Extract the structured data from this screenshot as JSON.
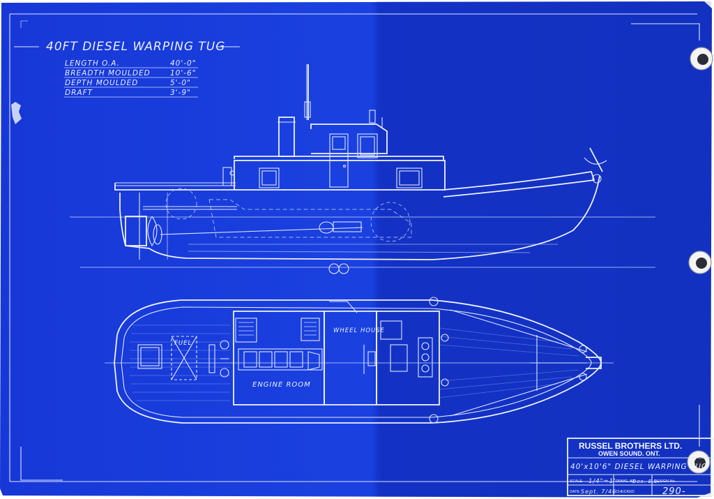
{
  "drawing": {
    "title": "40FT DIESEL WARPING TUG",
    "specs": [
      {
        "label": "LENGTH O.A.",
        "value": "40'-0\""
      },
      {
        "label": "BREADTH MOULDED",
        "value": "10'-6\""
      },
      {
        "label": "DEPTH MOULDED",
        "value": "5'-0\""
      },
      {
        "label": "DRAFT",
        "value": "3'-9\""
      }
    ],
    "labels": {
      "fuel": "FUEL",
      "engine_room": "ENGINE ROOM",
      "wheel_house": "WHEEL HOUSE"
    }
  },
  "title_block": {
    "company": "RUSSEL BROTHERS LTD.",
    "location": "OWEN SOUND. ONT.",
    "description": "40'x10'6\" DIESEL WARPING TUG",
    "scale_label": "SCALE",
    "scale_value": "1/4\"=1'",
    "drawn_label": "DRWG. BY",
    "drawn_value": "Des. E.L.",
    "design_label": "DESIGN No.",
    "design_value": "290-",
    "date_label": "DATE",
    "date_value": "Sept. 7/46",
    "checked_label": "CHECKED"
  },
  "colors": {
    "paper_main": "#1a3fd8",
    "paper_dark": "#1233c2",
    "line": "#dfe7ff"
  }
}
